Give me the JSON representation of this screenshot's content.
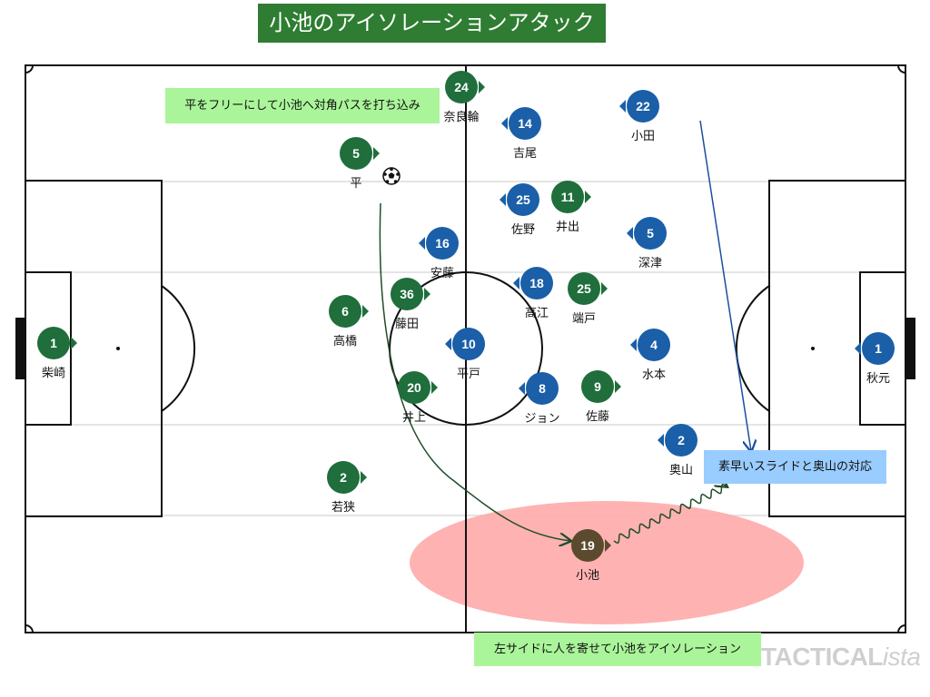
{
  "title": "小池のアイソレーションアタック",
  "notes": {
    "a": "平をフリーにして小池へ対角パスを打ち込み",
    "b": "素早いスライドと奥山の対応",
    "c": "左サイドに人を寄せて小池をアイソレーション"
  },
  "brand": {
    "main": "TACTICAL",
    "sub": "ista"
  },
  "colors": {
    "green_team": "#1f6e3b",
    "blue_team": "#1a5fa8",
    "highlight": "#5c4a2e",
    "zone": "#ffaaaa"
  },
  "players": [
    {
      "team": "green",
      "number": "1",
      "name": "柴崎"
    },
    {
      "team": "green",
      "number": "24",
      "name": "奈良輪"
    },
    {
      "team": "green",
      "number": "5",
      "name": "平"
    },
    {
      "team": "green",
      "number": "11",
      "name": "井出"
    },
    {
      "team": "green",
      "number": "6",
      "name": "高橋"
    },
    {
      "team": "green",
      "number": "36",
      "name": "藤田"
    },
    {
      "team": "green",
      "number": "25",
      "name": "端戸"
    },
    {
      "team": "green",
      "number": "20",
      "name": "井上"
    },
    {
      "team": "green",
      "number": "9",
      "name": "佐藤"
    },
    {
      "team": "green",
      "number": "2",
      "name": "若狭"
    },
    {
      "team": "brown",
      "number": "19",
      "name": "小池"
    },
    {
      "team": "blue",
      "number": "14",
      "name": "吉尾"
    },
    {
      "team": "blue",
      "number": "22",
      "name": "小田"
    },
    {
      "team": "blue",
      "number": "25",
      "name": "佐野"
    },
    {
      "team": "blue",
      "number": "16",
      "name": "安藤"
    },
    {
      "team": "blue",
      "number": "5",
      "name": "深津"
    },
    {
      "team": "blue",
      "number": "18",
      "name": "高江"
    },
    {
      "team": "blue",
      "number": "10",
      "name": "平戸"
    },
    {
      "team": "blue",
      "number": "4",
      "name": "水本"
    },
    {
      "team": "blue",
      "number": "8",
      "name": "ジョン"
    },
    {
      "team": "blue",
      "number": "2",
      "name": "奥山"
    },
    {
      "team": "blue",
      "number": "1",
      "name": "秋元"
    }
  ]
}
